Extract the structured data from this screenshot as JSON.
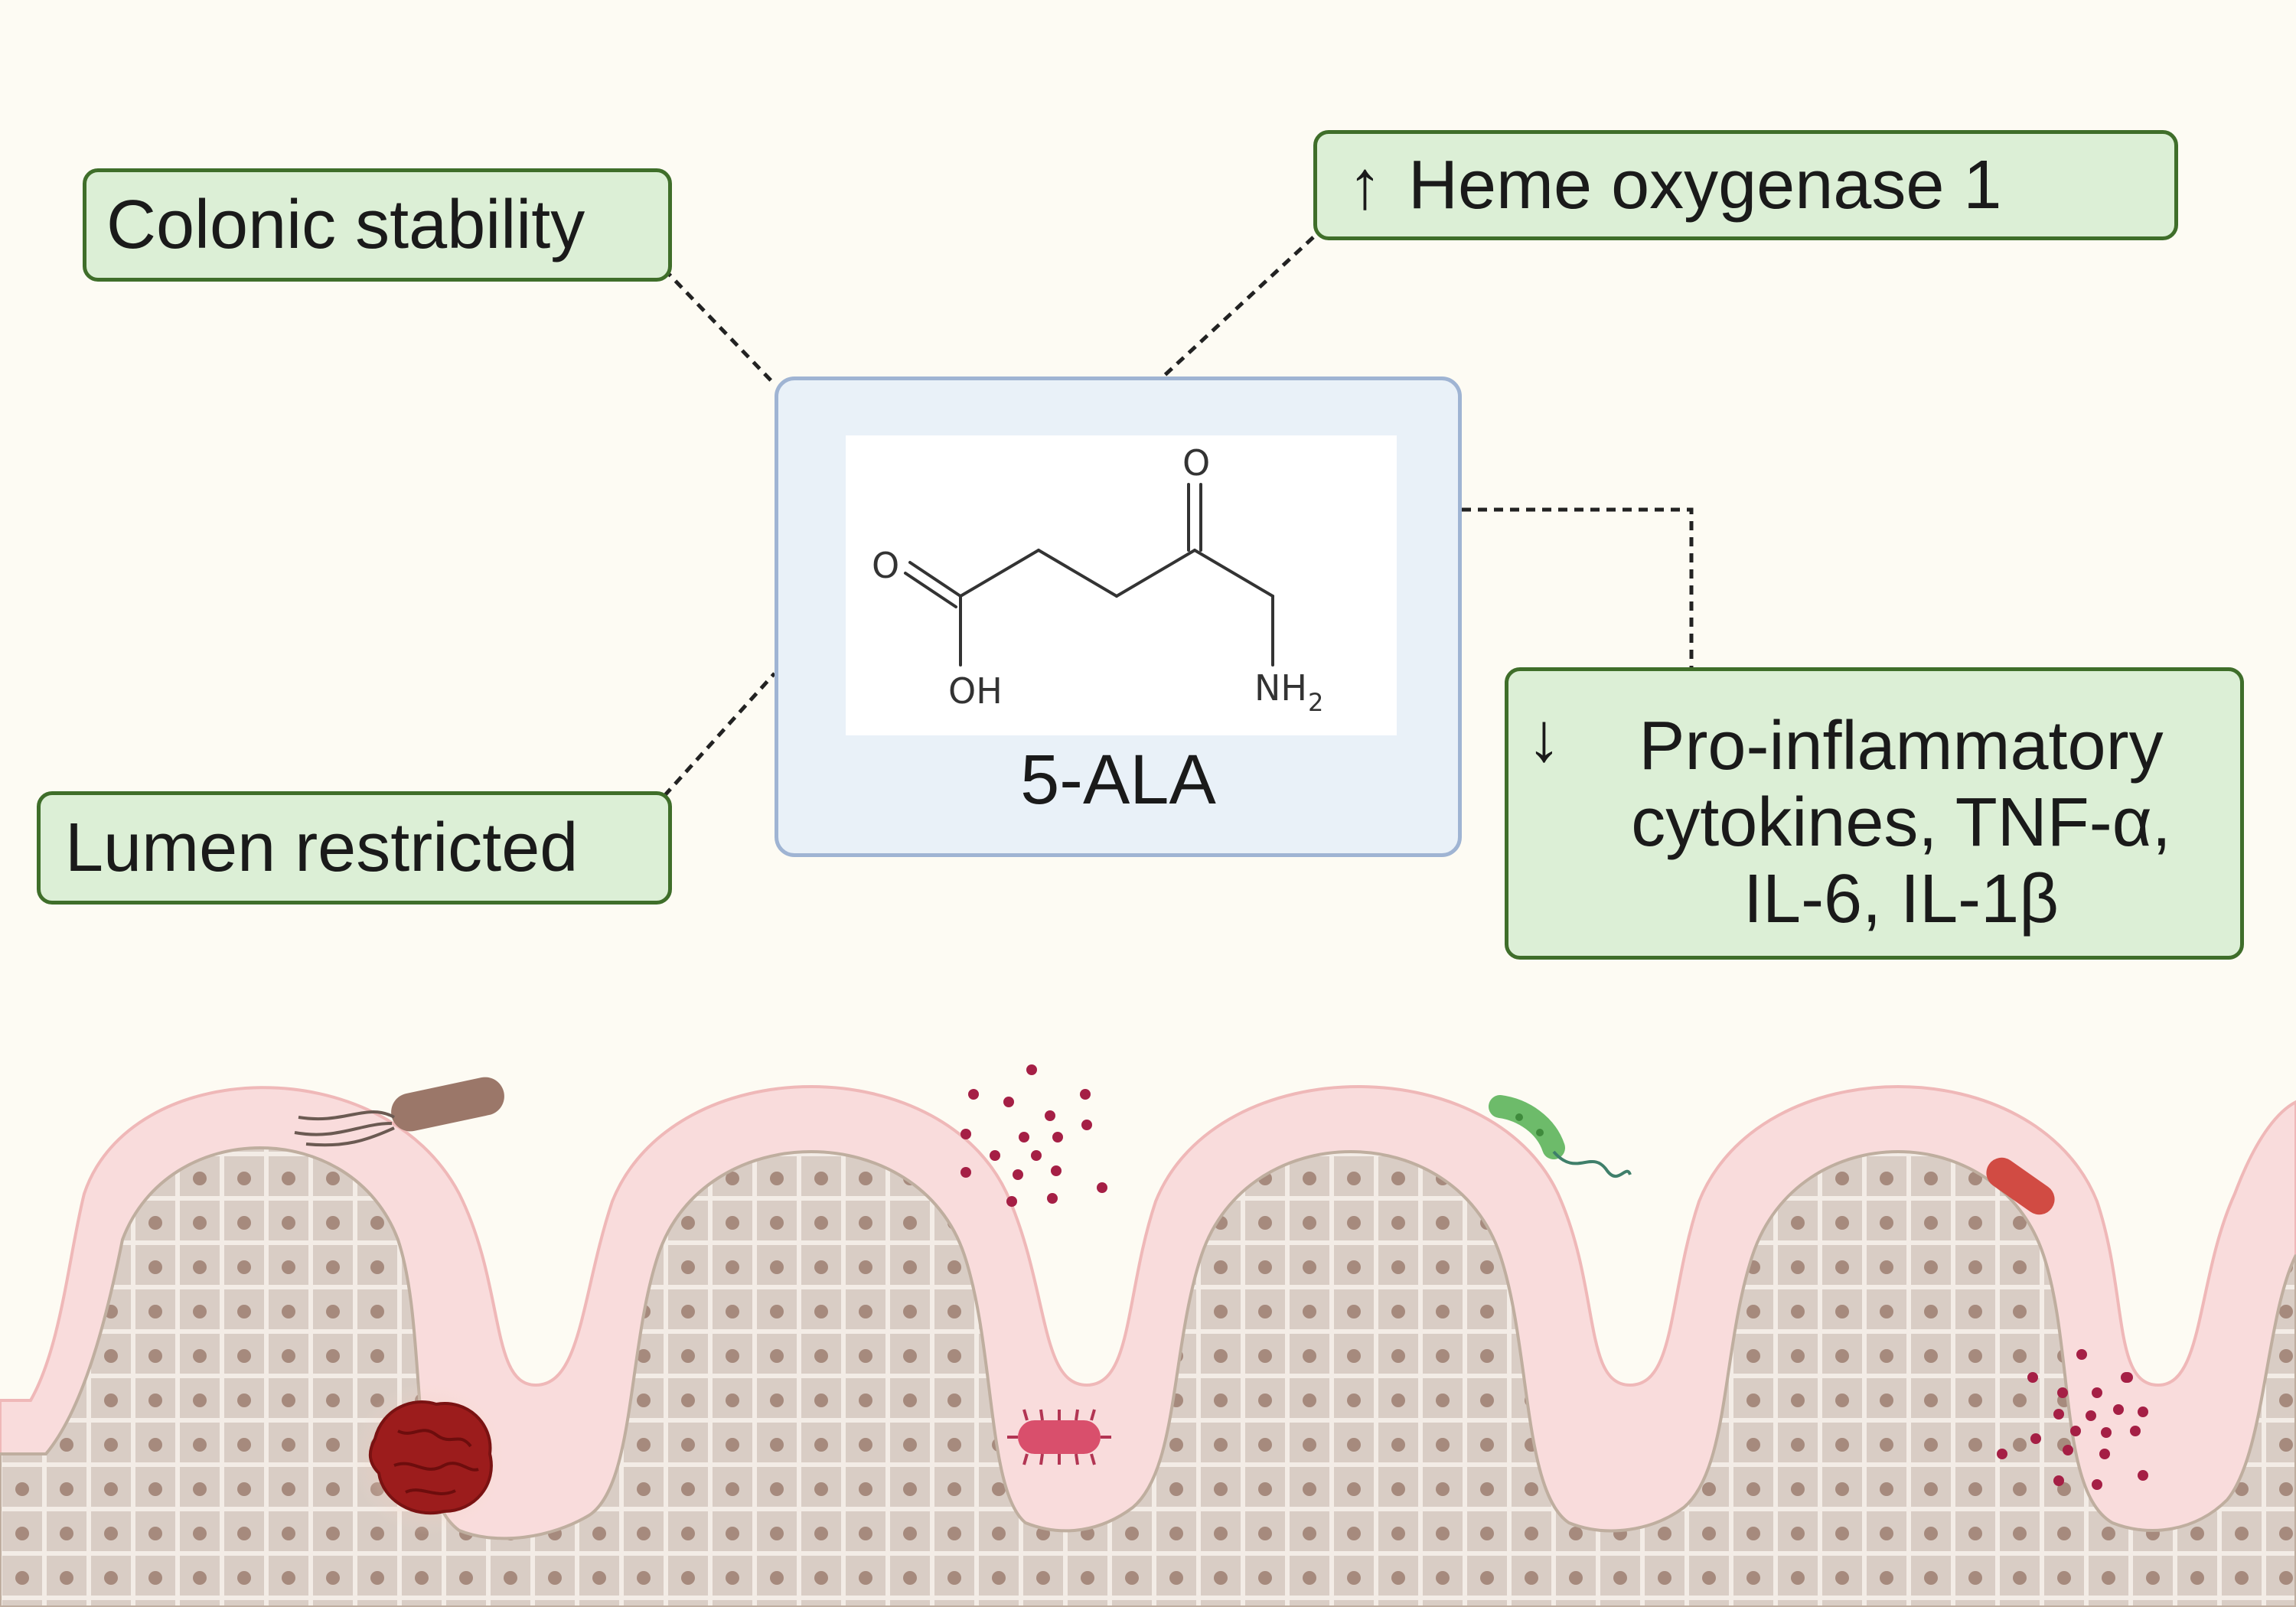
{
  "labels": {
    "colonic": "Colonic stability",
    "lumen": "Lumen restricted",
    "heme_arrow": "↑",
    "heme": "Heme oxygenase 1",
    "cyto_arrow": "↓",
    "cyto_lines": [
      "Pro-inflammatory",
      "cytokines, TNF-α,",
      "IL-6, IL-1β"
    ]
  },
  "center": {
    "compound": "5-ALA",
    "atoms": {
      "oxygen_ketone": "O",
      "oxygen_acid": "O",
      "hydroxyl": "OH",
      "amine": "NH",
      "amine_subscript": "2"
    }
  },
  "colors": {
    "background": "#fdfbf3",
    "label_fill": "#dcefd6",
    "label_border": "#3f6e2a",
    "center_fill": "#e9f1f8",
    "center_border": "#9fb4d3",
    "intestine_tissue": "#f9dcdc",
    "cell_fill": "#d9cdc5",
    "nucleus": "#a68a7d",
    "tumor": "#9c1c1c",
    "particles": "#a51f45"
  }
}
